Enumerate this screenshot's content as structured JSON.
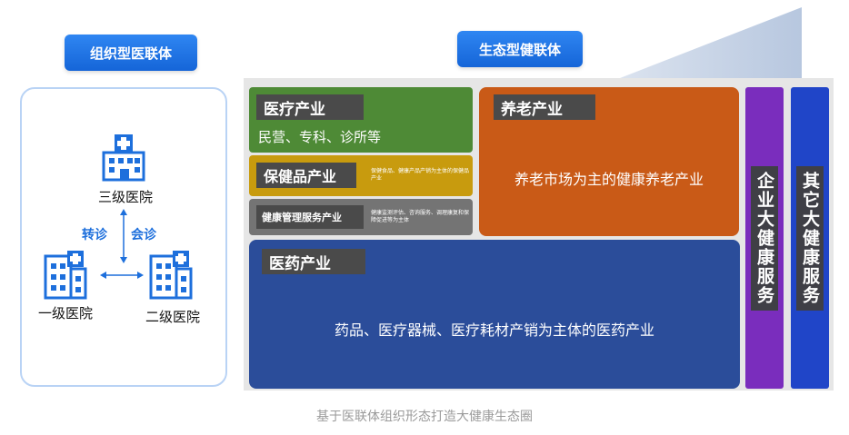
{
  "left": {
    "pill": "组织型医联体",
    "level3": "三级医院",
    "level1": "一级医院",
    "level2": "二级医院",
    "referral": "转诊",
    "consult": "会诊"
  },
  "eco": {
    "pill": "生态型健联体",
    "medical": {
      "title": "医疗产业",
      "desc": "民营、专科、诊所等"
    },
    "health_products": {
      "title": "保健品产业",
      "desc": "保健食品、健康产品产销为主体的保健品产业"
    },
    "health_mgmt": {
      "title": "健康管理服务产业",
      "desc": "健康监测评估、咨询服务、调理康复和保障促进等为主体"
    },
    "elderly": {
      "title": "养老产业",
      "desc": "养老市场为主的健康养老产业"
    },
    "pharma": {
      "title": "医药产业",
      "desc": "药品、医疗器械、医疗耗材产销为主体的医药产业"
    },
    "enterprise": "企业大健康服务",
    "other": "其它大健康服务"
  },
  "caption": "基于医联体组织形态打造大健康生态圈",
  "colors": {
    "green": "#4e8a36",
    "gold": "#c89b0e",
    "gray": "#747474",
    "orange": "#c95a17",
    "navy": "#2b4d9a",
    "purple": "#7a2dbd",
    "blue": "#2045c8",
    "accent": "#1d6fdc"
  }
}
